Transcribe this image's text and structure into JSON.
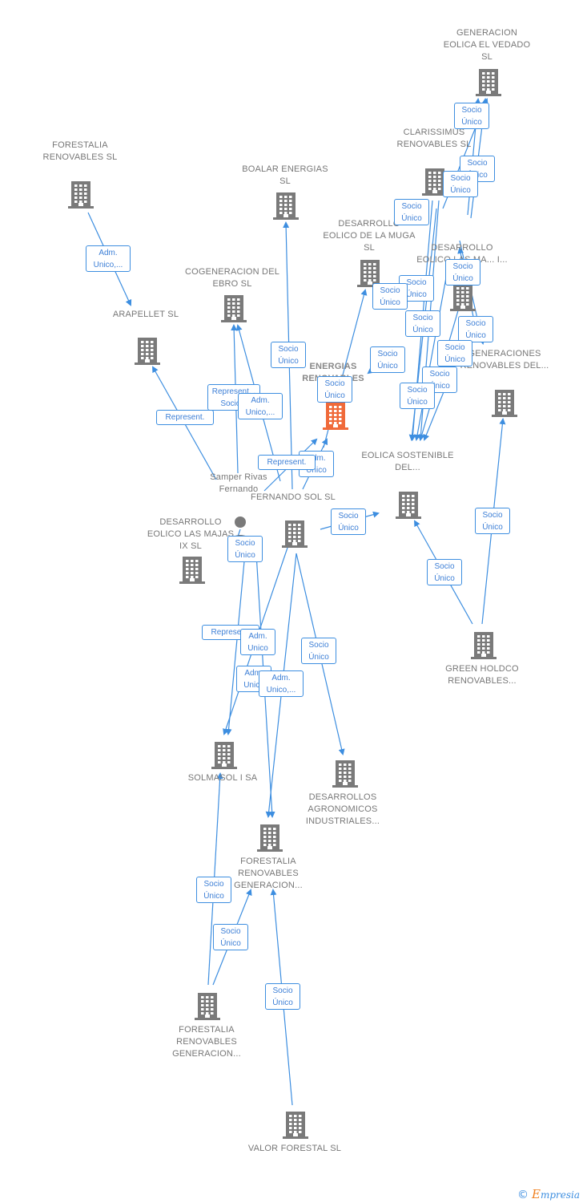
{
  "colors": {
    "edge": "#3d8ee0",
    "node": "#7a7a7a",
    "focus_node": "#f06a3a",
    "label_text": "#777777",
    "box_text": "#3d7fd6"
  },
  "nodes": [
    {
      "id": "generacion_eolica_vedado",
      "label": "GENERACION EOLICA EL VEDADO SL",
      "icon": "building-icon"
    },
    {
      "id": "forestalia_renovables_sl",
      "label": "FORESTALIA RENOVABLES SL",
      "icon": "building-icon"
    },
    {
      "id": "clarissimus",
      "label": "CLARISSIMUS RENOVABLES SL",
      "icon": "building-icon"
    },
    {
      "id": "boalar",
      "label": "BOALAR ENERGIAS SL",
      "icon": "building-icon"
    },
    {
      "id": "desarrollo_muga",
      "label": "DESARROLLO EOLICO DE LA MUGA SL",
      "icon": "building-icon"
    },
    {
      "id": "desarrollo_magallon",
      "label": "DESARROLLO EOLICO LAS MA... I...",
      "icon": "building-icon"
    },
    {
      "id": "cogeneracion_ebro",
      "label": "COGENERACION DEL EBRO SL",
      "icon": "building-icon"
    },
    {
      "id": "arapellet",
      "label": "ARAPELLET SL",
      "icon": "building-icon"
    },
    {
      "id": "energias_renovables",
      "label": "ENERGIAS RENOVABLES",
      "icon": "building-icon",
      "focus": true
    },
    {
      "id": "generaciones_renovables",
      "label": "GENERACIONES RENOVABLES DEL...",
      "icon": "building-icon"
    },
    {
      "id": "eolica_sostenible",
      "label": "EOLICA SOSTENIBLE DEL...",
      "icon": "building-icon"
    },
    {
      "id": "samper_rivas",
      "label": "Samper Rivas Fernando",
      "icon": "person-icon"
    },
    {
      "id": "fernando_sol",
      "label": "FERNANDO SOL SL",
      "icon": "building-icon"
    },
    {
      "id": "desarrollo_majas",
      "label": "DESARROLLO EOLICO LAS MAJAS IX SL",
      "icon": "building-icon"
    },
    {
      "id": "green_holdco",
      "label": "GREEN HOLDCO RENOVABLES...",
      "icon": "building-icon"
    },
    {
      "id": "solmasol",
      "label": "SOLMASOL I SA",
      "icon": "building-icon"
    },
    {
      "id": "desarrollos_agronomicos",
      "label": "DESARROLLOS AGRONOMICOS INDUSTRIALES...",
      "icon": "building-icon"
    },
    {
      "id": "forestalia_generacion_mid",
      "label": "FORESTALIA RENOVABLES GENERACION...",
      "icon": "building-icon"
    },
    {
      "id": "forestalia_generacion_low",
      "label": "FORESTALIA RENOVABLES GENERACION...",
      "icon": "building-icon"
    },
    {
      "id": "valor_forestal",
      "label": "VALOR FORESTAL SL",
      "icon": "building-icon"
    }
  ],
  "relations": [
    {
      "label": "Socio Único"
    },
    {
      "label": "Socio Único"
    },
    {
      "label": "Socio Único"
    },
    {
      "label": "Socio Único"
    },
    {
      "label": "Adm. Unico,..."
    },
    {
      "label": "Socio Único"
    },
    {
      "label": "Socio Único"
    },
    {
      "label": "Socio Único"
    },
    {
      "label": "Socio Único"
    },
    {
      "label": "Socio Único"
    },
    {
      "label": "Socio Único"
    },
    {
      "label": "Socio Único"
    },
    {
      "label": "Socio Único"
    },
    {
      "label": "Socio Único"
    },
    {
      "label": "Socio Único"
    },
    {
      "label": "Socio Único"
    },
    {
      "label": "Represent. , Socio..."
    },
    {
      "label": "Adm. Unico,..."
    },
    {
      "label": "Represent."
    },
    {
      "label": "Socio Único"
    },
    {
      "label": "Adm. Unico"
    },
    {
      "label": "Represent."
    },
    {
      "label": "Socio Único"
    },
    {
      "label": "Socio Único"
    },
    {
      "label": "Socio Único"
    },
    {
      "label": "Socio Único"
    },
    {
      "label": "Represent."
    },
    {
      "label": "Adm. Unico"
    },
    {
      "label": "Adm. Unico"
    },
    {
      "label": "Adm. Unico,..."
    },
    {
      "label": "Socio Único"
    },
    {
      "label": "Socio Único"
    },
    {
      "label": "Socio Único"
    },
    {
      "label": "Socio Único"
    }
  ],
  "footer": {
    "copyright": "©",
    "brand_initial": "E",
    "brand_rest": "mpresia"
  }
}
